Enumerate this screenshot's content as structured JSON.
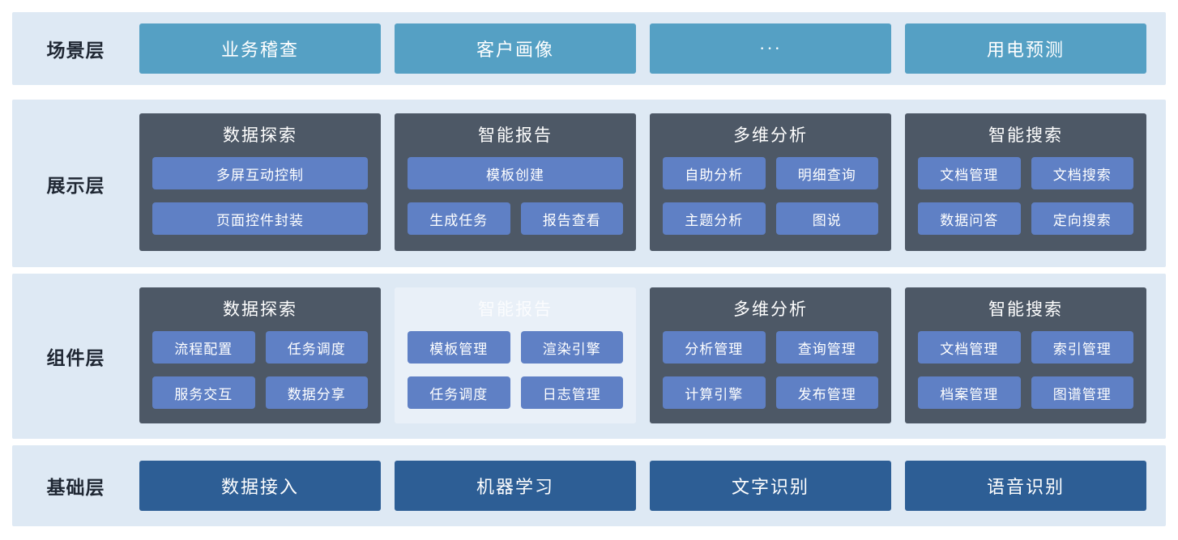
{
  "colors": {
    "band_bg": "#dee9f4",
    "scenario_box_bg": "#55a0c4",
    "card_bg": "#4d5866",
    "item_bg": "#5f80c5",
    "base_box_bg": "#2d5e95",
    "label_color": "#1f2733"
  },
  "scenario": {
    "label": "场景层",
    "boxes": [
      "业务稽查",
      "客户画像",
      "···",
      "用电预测"
    ]
  },
  "presentation": {
    "label": "展示层",
    "cards": [
      {
        "title": "数据探索",
        "items": [
          "多屏互动控制",
          "页面控件封装"
        ]
      },
      {
        "title": "智能报告",
        "items": [
          "模板创建",
          "生成任务",
          "报告查看"
        ]
      },
      {
        "title": "多维分析",
        "items": [
          "自助分析",
          "明细查询",
          "主题分析",
          "图说"
        ]
      },
      {
        "title": "智能搜索",
        "items": [
          "文档管理",
          "文档搜索",
          "数据问答",
          "定向搜索"
        ]
      }
    ]
  },
  "component": {
    "label": "组件层",
    "cards": [
      {
        "title": "数据探索",
        "items": [
          "流程配置",
          "任务调度",
          "服务交互",
          "数据分享"
        ]
      },
      {
        "title": "智能报告",
        "items": [
          "模板管理",
          "渲染引擎",
          "任务调度",
          "日志管理"
        ]
      },
      {
        "title": "多维分析",
        "items": [
          "分析管理",
          "查询管理",
          "计算引擎",
          "发布管理"
        ]
      },
      {
        "title": "智能搜索",
        "items": [
          "文档管理",
          "索引管理",
          "档案管理",
          "图谱管理"
        ]
      }
    ]
  },
  "base": {
    "label": "基础层",
    "boxes": [
      "数据接入",
      "机器学习",
      "文字识别",
      "语音识别"
    ]
  }
}
